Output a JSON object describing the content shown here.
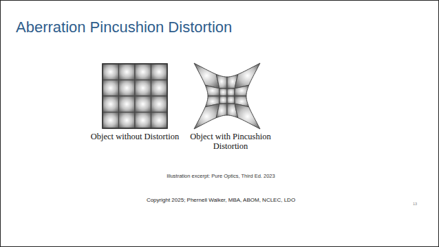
{
  "diagram": {
    "title": "Aberration Pincushion Distortion",
    "caption": "Illustration excerpt: Pure Optics, Third Ed. 2023",
    "labels": [
      "Object without Distortion",
      "Object with Pincushion Distortion",
      "Copyright 2025; Phernell Walker, MBA, ABOM, NCLEC, LDO",
      "13"
    ]
  }
}
